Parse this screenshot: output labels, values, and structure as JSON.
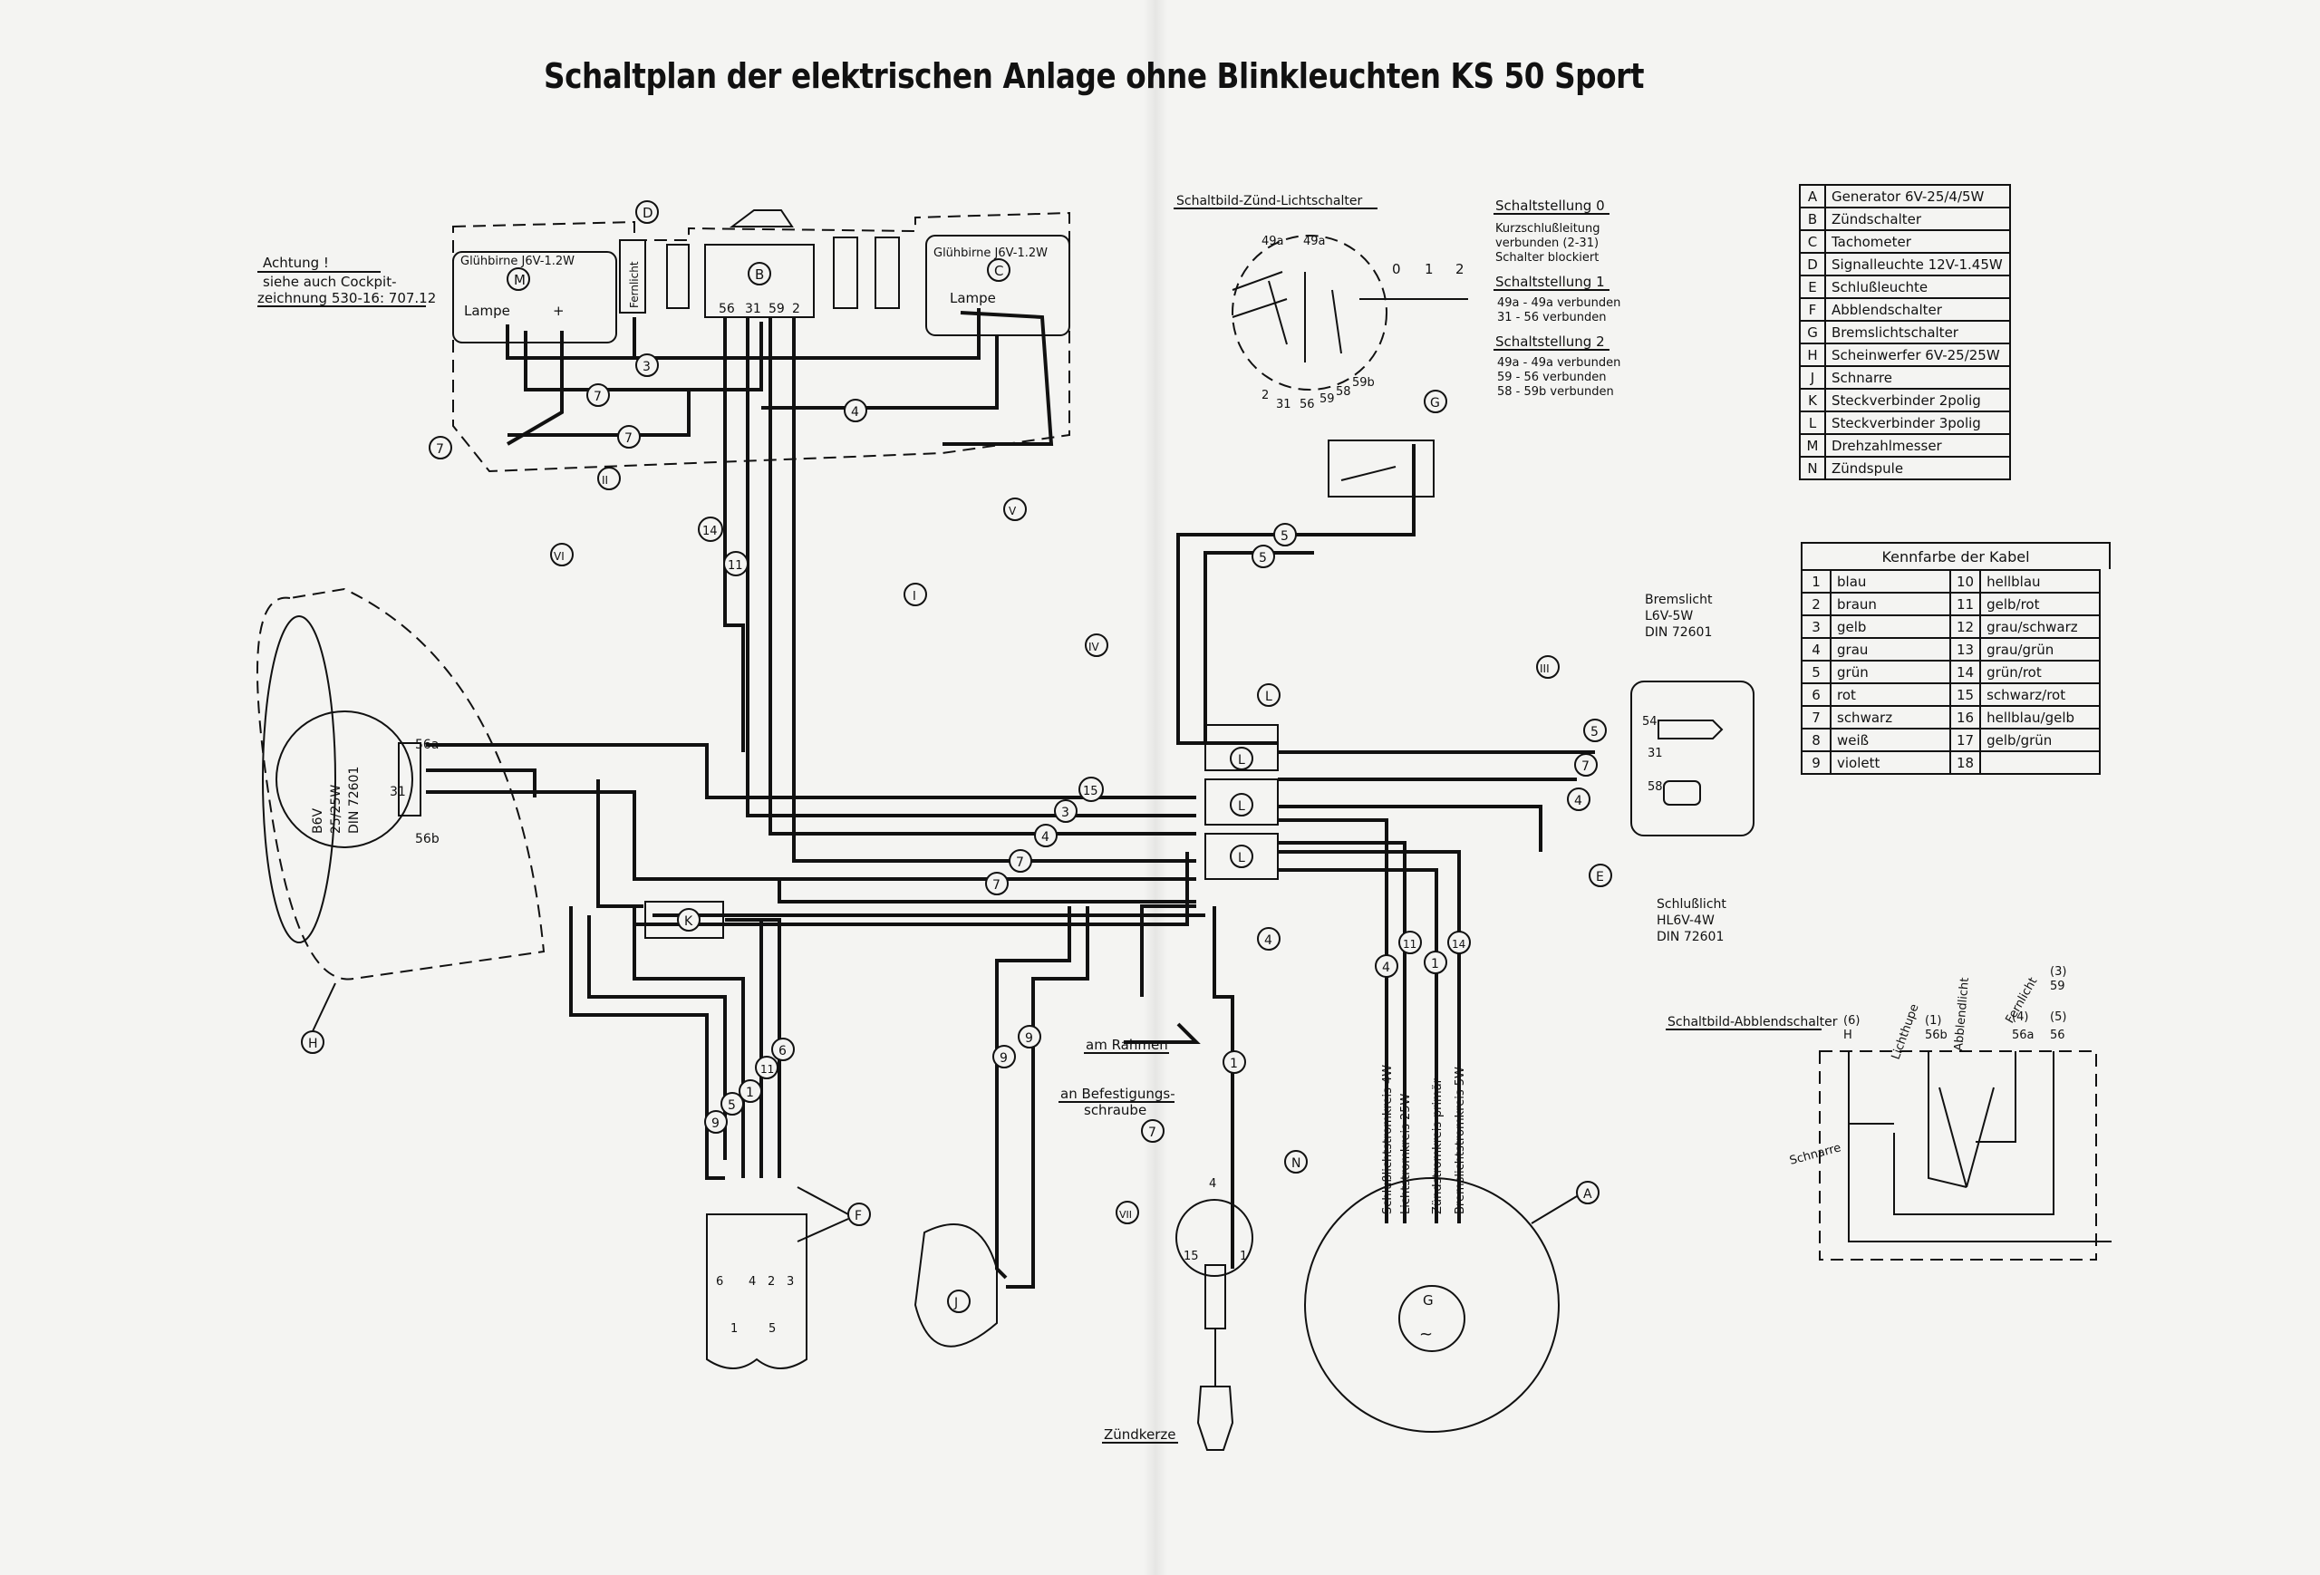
{
  "title": "Schaltplan der elektrischen Anlage ohne Blinkleuchten KS 50 Sport",
  "note": [
    "Achtung !",
    "siehe auch Cockpit-",
    "zeichnung 530-16: 707.12"
  ],
  "labels": {
    "gluhbirne_m": "Glühbirne J6V-1.2W",
    "gluhbirne_c": "Glühbirne J6V-1.2W",
    "lampe": "Lampe",
    "fernlicht": "Fernlicht",
    "scheinwerfer_bulb": [
      "B6V",
      "25/25W",
      "DIN 72601"
    ],
    "bremslicht": [
      "Bremslicht",
      "L6V-5W",
      "DIN 72601"
    ],
    "schlusslicht": [
      "Schlußlicht",
      "HL6V-4W",
      "DIN 72601"
    ],
    "am_rahmen": "am Rahmen",
    "befestigung": [
      "an Befestigungs-",
      "schraube"
    ],
    "zuendkerze": "Zündkerze",
    "schaltbild_zuend": "Schaltbild-Zünd-Lichtschalter",
    "schaltbild_abblend": "Schaltbild-Abblendschalter",
    "schnarre": "Schnarre",
    "lichthupe": "Lichthupe",
    "abblendlicht": "Abblendlicht",
    "fernlicht_sw": "Fernlicht",
    "generator_circuits": [
      "Schlußlichtstromkreis 4W",
      "Lichtstromkreis 25W",
      "Zündstromkreis-primär",
      "Bremslichtstromkreis 5W"
    ]
  },
  "switch_positions": [
    {
      "title": "Schaltstellung 0",
      "lines": [
        "Kurzschlußleitung",
        "verbunden (2-31)",
        "Schalter blockiert"
      ]
    },
    {
      "title": "Schaltstellung 1",
      "lines": [
        "49a - 49a verbunden",
        "31 - 56 verbunden"
      ]
    },
    {
      "title": "Schaltstellung 2",
      "lines": [
        "49a - 49a verbunden",
        "59 - 56 verbunden",
        "58 - 59b verbunden"
      ]
    }
  ],
  "components": [
    {
      "key": "A",
      "name": "Generator 6V-25/4/5W"
    },
    {
      "key": "B",
      "name": "Zündschalter"
    },
    {
      "key": "C",
      "name": "Tachometer"
    },
    {
      "key": "D",
      "name": "Signalleuchte 12V-1.45W"
    },
    {
      "key": "E",
      "name": "Schlußleuchte"
    },
    {
      "key": "F",
      "name": "Abblendschalter"
    },
    {
      "key": "G",
      "name": "Bremslichtschalter"
    },
    {
      "key": "H",
      "name": "Scheinwerfer 6V-25/25W"
    },
    {
      "key": "J",
      "name": "Schnarre"
    },
    {
      "key": "K",
      "name": "Steckverbinder 2polig"
    },
    {
      "key": "L",
      "name": "Steckverbinder 3polig"
    },
    {
      "key": "M",
      "name": "Drehzahlmesser"
    },
    {
      "key": "N",
      "name": "Zündspule"
    }
  ],
  "cable_title": "Kennfarbe der Kabel",
  "cable_colors": [
    {
      "n": "1",
      "c": "blau",
      "n2": "10",
      "c2": "hellblau"
    },
    {
      "n": "2",
      "c": "braun",
      "n2": "11",
      "c2": "gelb/rot"
    },
    {
      "n": "3",
      "c": "gelb",
      "n2": "12",
      "c2": "grau/schwarz"
    },
    {
      "n": "4",
      "c": "grau",
      "n2": "13",
      "c2": "grau/grün"
    },
    {
      "n": "5",
      "c": "grün",
      "n2": "14",
      "c2": "grün/rot"
    },
    {
      "n": "6",
      "c": "rot",
      "n2": "15",
      "c2": "schwarz/rot"
    },
    {
      "n": "7",
      "c": "schwarz",
      "n2": "16",
      "c2": "hellblau/gelb"
    },
    {
      "n": "8",
      "c": "weiß",
      "n2": "17",
      "c2": "gelb/grün"
    },
    {
      "n": "9",
      "c": "violett",
      "n2": "18",
      "c2": ""
    }
  ],
  "terminals": {
    "ignition_switch": [
      "56",
      "31",
      "59",
      "2"
    ],
    "headlight": [
      "56a",
      "31",
      "56b"
    ],
    "tail": [
      "54",
      "31",
      "58"
    ],
    "lichtschalter": [
      "49a",
      "49a",
      "2",
      "31",
      "56",
      "59",
      "58",
      "59b",
      "0",
      "1",
      "2"
    ],
    "abblend": [
      "(6)",
      "H",
      "(1)",
      "56b",
      "(4)",
      "56a",
      "(5)",
      "56",
      "(3)",
      "59"
    ],
    "abblend_bottom": [
      "6",
      "4",
      "2",
      "3",
      "1",
      "5"
    ],
    "coil": [
      "4",
      "15",
      "1"
    ],
    "generator": "G"
  }
}
